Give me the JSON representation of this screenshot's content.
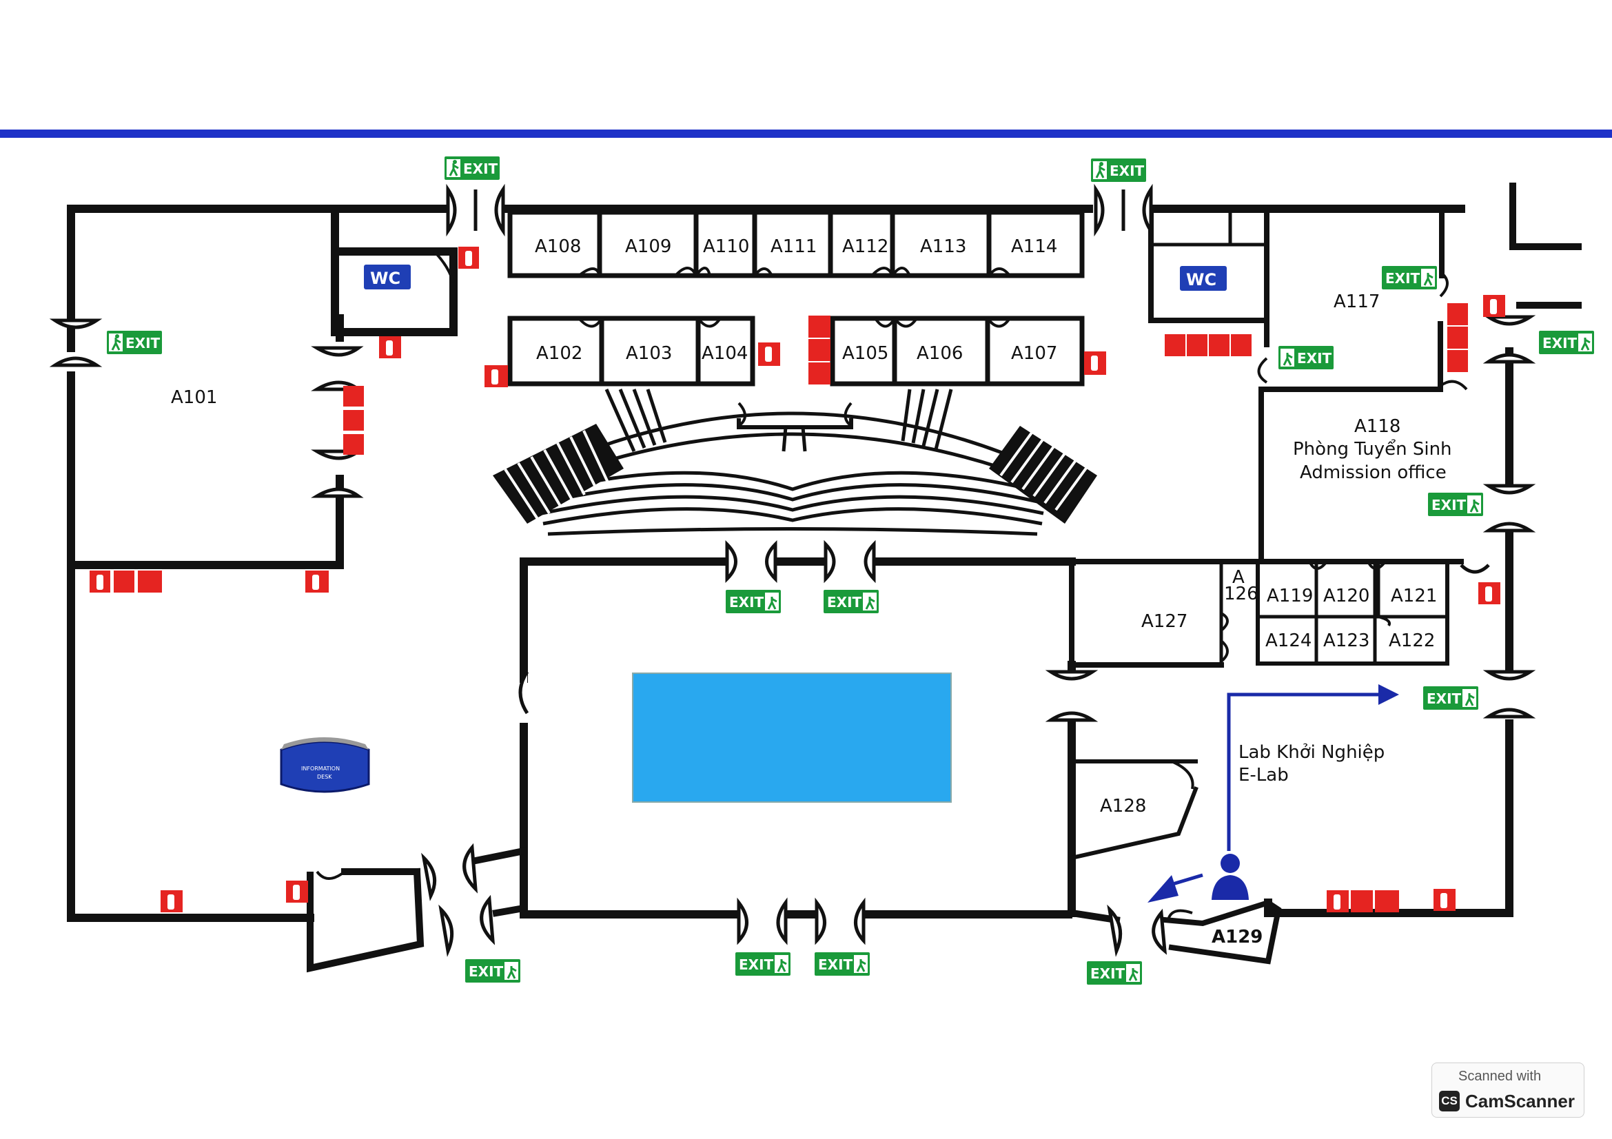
{
  "colors": {
    "wall": "#111111",
    "pool": "#29a8ef",
    "exit_green": "#1a9a3a",
    "extinguisher_red": "#e52421",
    "wc_blue": "#1f3fb5",
    "banner_blue": "#1e32c8",
    "arrow_blue": "#1a2aa8"
  },
  "rooms": {
    "a101": "A101",
    "a102": "A102",
    "a103": "A103",
    "a104": "A104",
    "a105": "A105",
    "a106": "A106",
    "a107": "A107",
    "a108": "A108",
    "a109": "A109",
    "a110": "A110",
    "a111": "A111",
    "a112": "A112",
    "a113": "A113",
    "a114": "A114",
    "a117": "A117",
    "a118": "A118",
    "a118_vi": "Phòng Tuyển Sinh",
    "a118_en": "Admission office",
    "a119": "A119",
    "a120": "A120",
    "a121": "A121",
    "a122": "A122",
    "a123": "A123",
    "a124": "A124",
    "a126_a": "A",
    "a126_b": "126",
    "a127": "A127",
    "a128": "A128",
    "a129": "A129",
    "elab_vi": "Lab Khởi Nghiệp",
    "elab_en": "E-Lab"
  },
  "wc_label": "WC",
  "exit_label": "EXIT",
  "info_desk_line1": "INFORMATION",
  "info_desk_line2": "DESK",
  "icons": {
    "exit": "running-man-exit-icon",
    "extinguisher": "fire-extinguisher-icon",
    "person": "you-are-here-person-icon"
  },
  "watermark": {
    "line1": "Scanned with",
    "logo": "CS",
    "line2": "CamScanner"
  }
}
